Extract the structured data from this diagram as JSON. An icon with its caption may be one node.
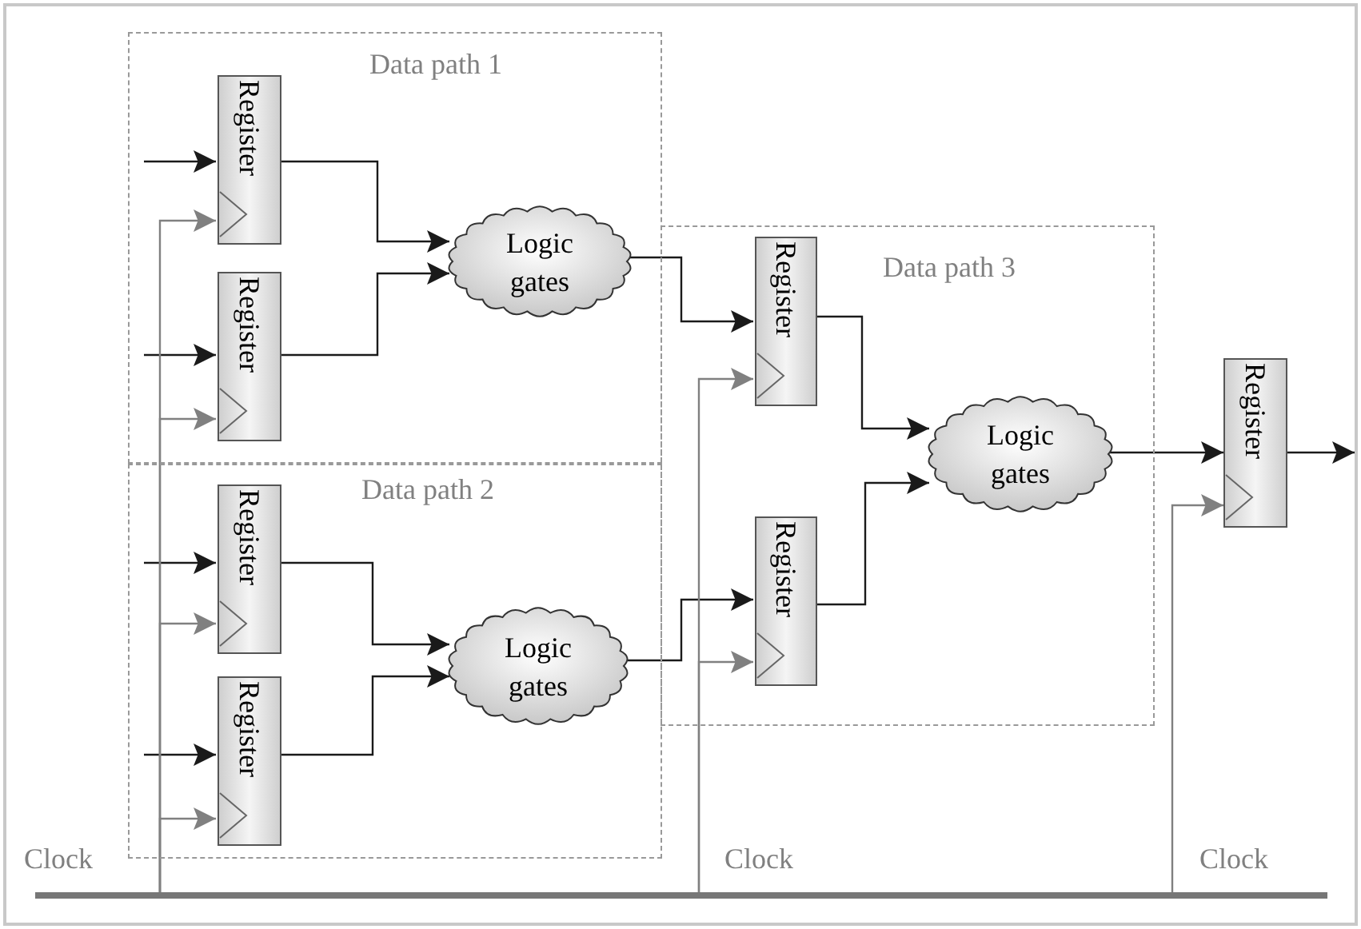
{
  "diagram": {
    "nodes": [
      {
        "text": [
          "Data path 1"
        ]
      },
      {
        "text": [
          "Register"
        ],
        "in": 0
      },
      {
        "text": [
          "Register"
        ],
        "in": 0
      },
      {
        "text": [
          "Logic gates"
        ],
        "in": 0
      },
      {
        "text": [
          "Data path 2"
        ]
      },
      {
        "text": [
          "Register"
        ],
        "in": 4
      },
      {
        "text": [
          "Register"
        ],
        "in": 4
      },
      {
        "text": [
          "Logic gates"
        ],
        "in": 4
      },
      {
        "text": [
          "Data path 3"
        ]
      },
      {
        "text": [
          "Register"
        ],
        "in": 8
      },
      {
        "text": [
          "Register"
        ],
        "in": 8
      },
      {
        "text": [
          "Logic gates"
        ],
        "in": 8
      },
      {
        "text": [
          "Register"
        ]
      },
      {
        "text": [],
        "shape": "bar"
      }
    ],
    "edges": [
      {
        "from": null,
        "to": 1,
        "arrow": "to"
      },
      {
        "from": null,
        "to": 2,
        "arrow": "to"
      },
      {
        "from": 1,
        "to": 3,
        "arrow": "to"
      },
      {
        "from": 2,
        "to": 3,
        "arrow": "to"
      },
      {
        "from": 3,
        "to": 9,
        "arrow": "to"
      },
      {
        "from": null,
        "to": 5,
        "arrow": "to"
      },
      {
        "from": null,
        "to": 6,
        "arrow": "to"
      },
      {
        "from": 5,
        "to": 7,
        "arrow": "to"
      },
      {
        "from": 6,
        "to": 7,
        "arrow": "to"
      },
      {
        "from": 7,
        "to": 10,
        "arrow": "to"
      },
      {
        "from": 9,
        "to": 11,
        "arrow": "to"
      },
      {
        "from": 10,
        "to": 11,
        "arrow": "to"
      },
      {
        "from": 11,
        "to": 12,
        "arrow": "to"
      },
      {
        "from": 12,
        "to": null,
        "arrow": "to"
      },
      {
        "from": 13,
        "to": 1,
        "arrow": "to",
        "color": "#808080"
      },
      {
        "from": 13,
        "to": 2,
        "arrow": "to",
        "color": "#808080"
      },
      {
        "from": 13,
        "to": 5,
        "arrow": "to",
        "color": "#808080"
      },
      {
        "from": 13,
        "to": 6,
        "arrow": "to",
        "color": "#808080"
      },
      {
        "from": 13,
        "to": 9,
        "arrow": "to",
        "color": "#808080"
      },
      {
        "from": 13,
        "to": 10,
        "arrow": "to",
        "color": "#808080"
      },
      {
        "from": 13,
        "to": 12,
        "arrow": "to",
        "color": "#808080"
      }
    ],
    "labels": [
      "Clock",
      "Clock",
      "Clock"
    ]
  }
}
